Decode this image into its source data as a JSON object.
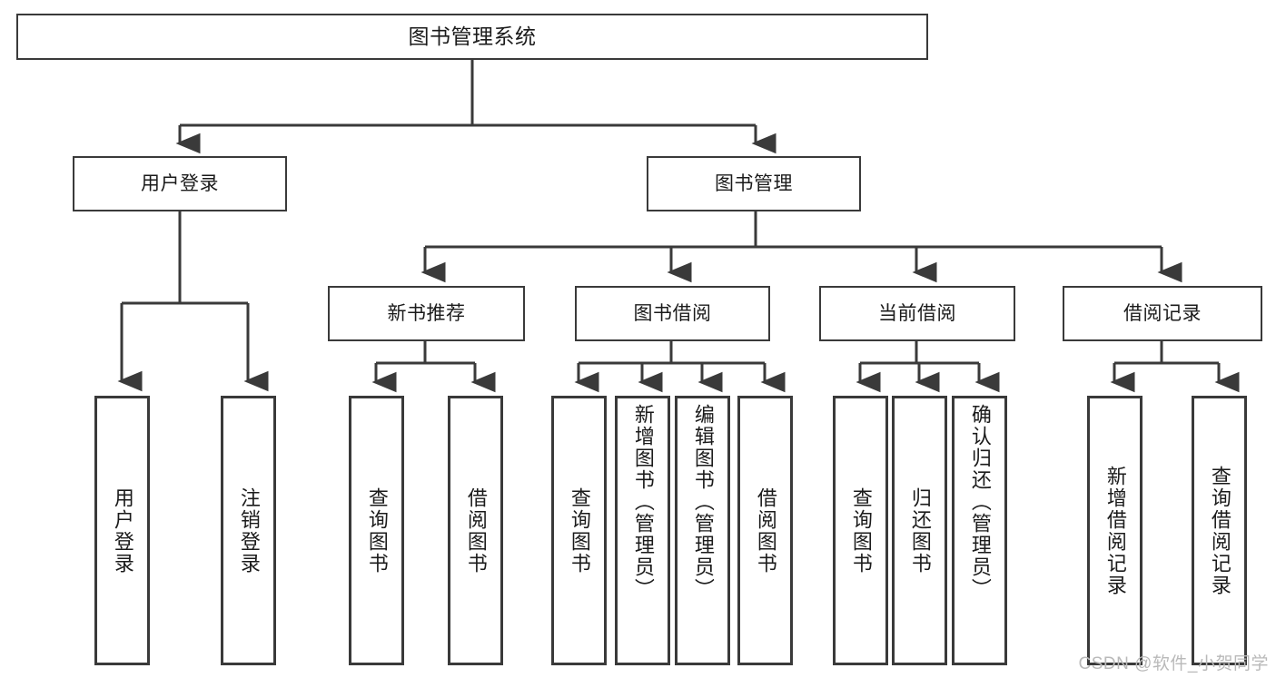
{
  "diagram": {
    "title": "图书管理系统",
    "watermark": "CSDN @软件_小贺同学",
    "colors": {
      "stroke": "#3a3a3a",
      "fill": "#ffffff",
      "text": "#1b1b1b",
      "watermark": "#b9b9b9"
    },
    "root": {
      "label": "图书管理系统"
    },
    "level1": [
      {
        "label": "用户登录"
      },
      {
        "label": "图书管理"
      }
    ],
    "level2": [
      {
        "label": "新书推荐"
      },
      {
        "label": "图书借阅"
      },
      {
        "label": "当前借阅"
      },
      {
        "label": "借阅记录"
      }
    ],
    "leaves": {
      "user_login": [
        {
          "label": "用户登录"
        },
        {
          "label": "注销登录"
        }
      ],
      "new_book": [
        {
          "label": "查询图书"
        },
        {
          "label": "借阅图书"
        }
      ],
      "book_borrow": [
        {
          "label": "查询图书"
        },
        {
          "label": "新增图书（管理员）"
        },
        {
          "label": "编辑图书（管理员）"
        },
        {
          "label": "借阅图书"
        }
      ],
      "current_borrow": [
        {
          "label": "查询图书"
        },
        {
          "label": "归还图书"
        },
        {
          "label": "确认归还（管理员）"
        }
      ],
      "borrow_record": [
        {
          "label": "新增借阅记录"
        },
        {
          "label": "查询借阅记录"
        }
      ]
    }
  }
}
